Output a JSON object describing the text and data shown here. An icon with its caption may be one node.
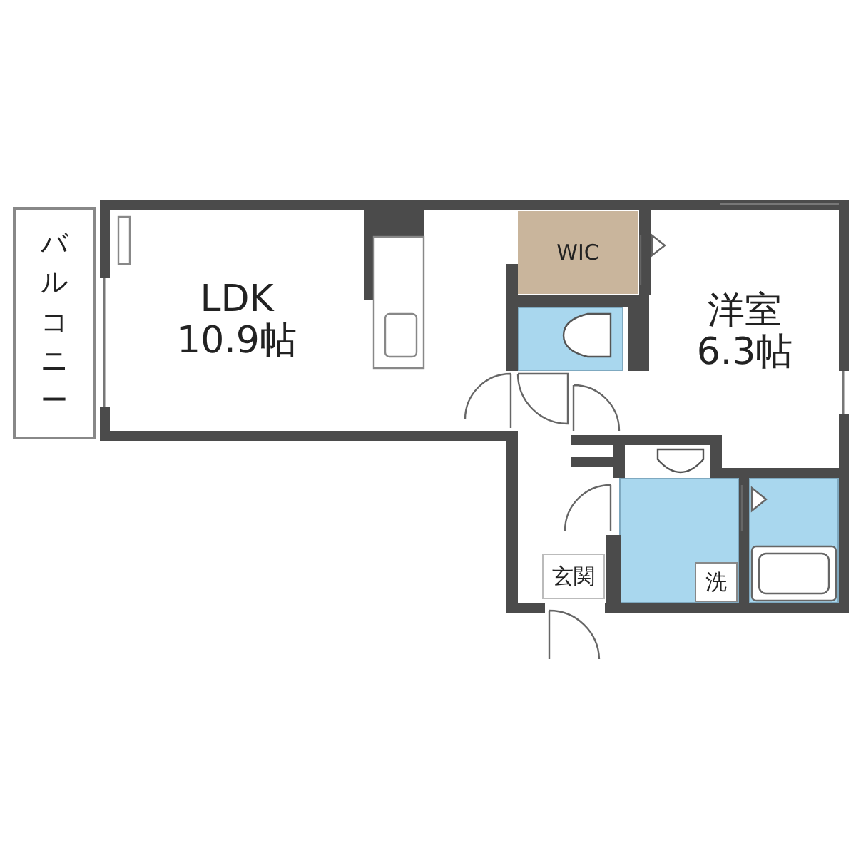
{
  "diagram": {
    "nodes": [
      {
        "text": [
          "バルコニー"
        ]
      },
      {
        "text": [
          "LDK",
          "10.9帖"
        ]
      },
      {
        "text": [
          "WIC"
        ]
      },
      {
        "text": [
          "洋室",
          "6.3帖"
        ]
      },
      {
        "text": [],
        "shape": "box"
      },
      {
        "text": [],
        "shape": "box"
      },
      {
        "text": [
          "洗"
        ],
        "in": 5
      },
      {
        "text": [],
        "shape": "box"
      },
      {
        "text": [
          "玄関"
        ]
      }
    ],
    "edges": []
  }
}
